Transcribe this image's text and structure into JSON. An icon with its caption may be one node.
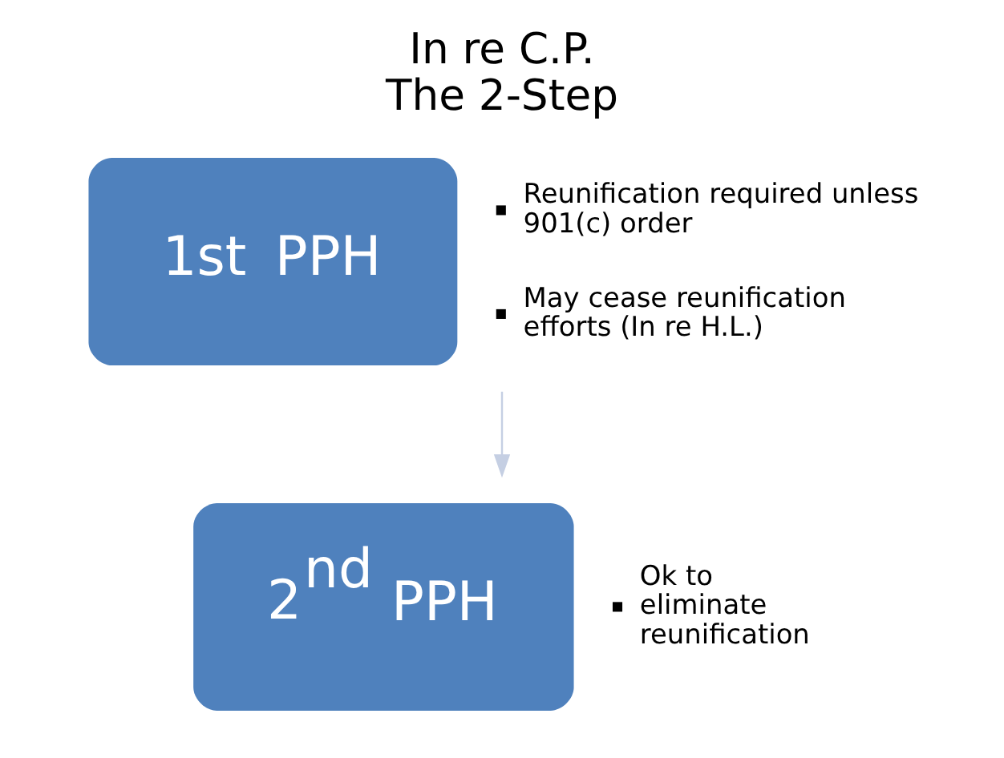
{
  "diagram": {
    "title": "In re C.P. The 2-Step",
    "nodes": [
      {
        "text": [
          "1st PPH"
        ],
        "beside": [
          "Reunification required unless 901(c) order",
          "May cease reunification efforts (In re H.L.)"
        ]
      },
      {
        "text": [
          "2$^{nd}$ PPH"
        ],
        "beside": [
          "Ok to eliminate reunification"
        ]
      }
    ],
    "edges": [
      {
        "from": 0,
        "to": 1,
        "arrow": "to",
        "color": "#c5cfe3"
      }
    ]
  }
}
